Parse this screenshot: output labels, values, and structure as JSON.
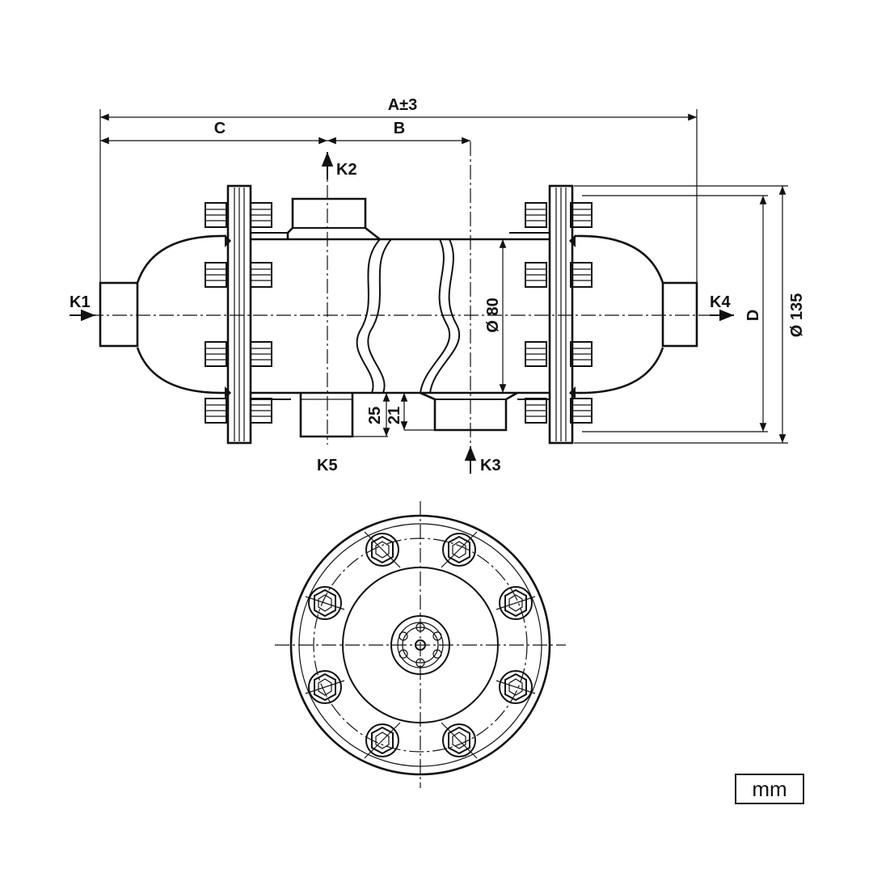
{
  "labels": {
    "a": "A±3",
    "b": "B",
    "c": "C",
    "d": "D",
    "k1": "K1",
    "k2": "K2",
    "k3": "K3",
    "k4": "K4",
    "k5": "K5",
    "dia80": "Ø 80",
    "dia135": "Ø 135",
    "dim25": "25",
    "dim21": "21"
  },
  "unit_label": "mm"
}
